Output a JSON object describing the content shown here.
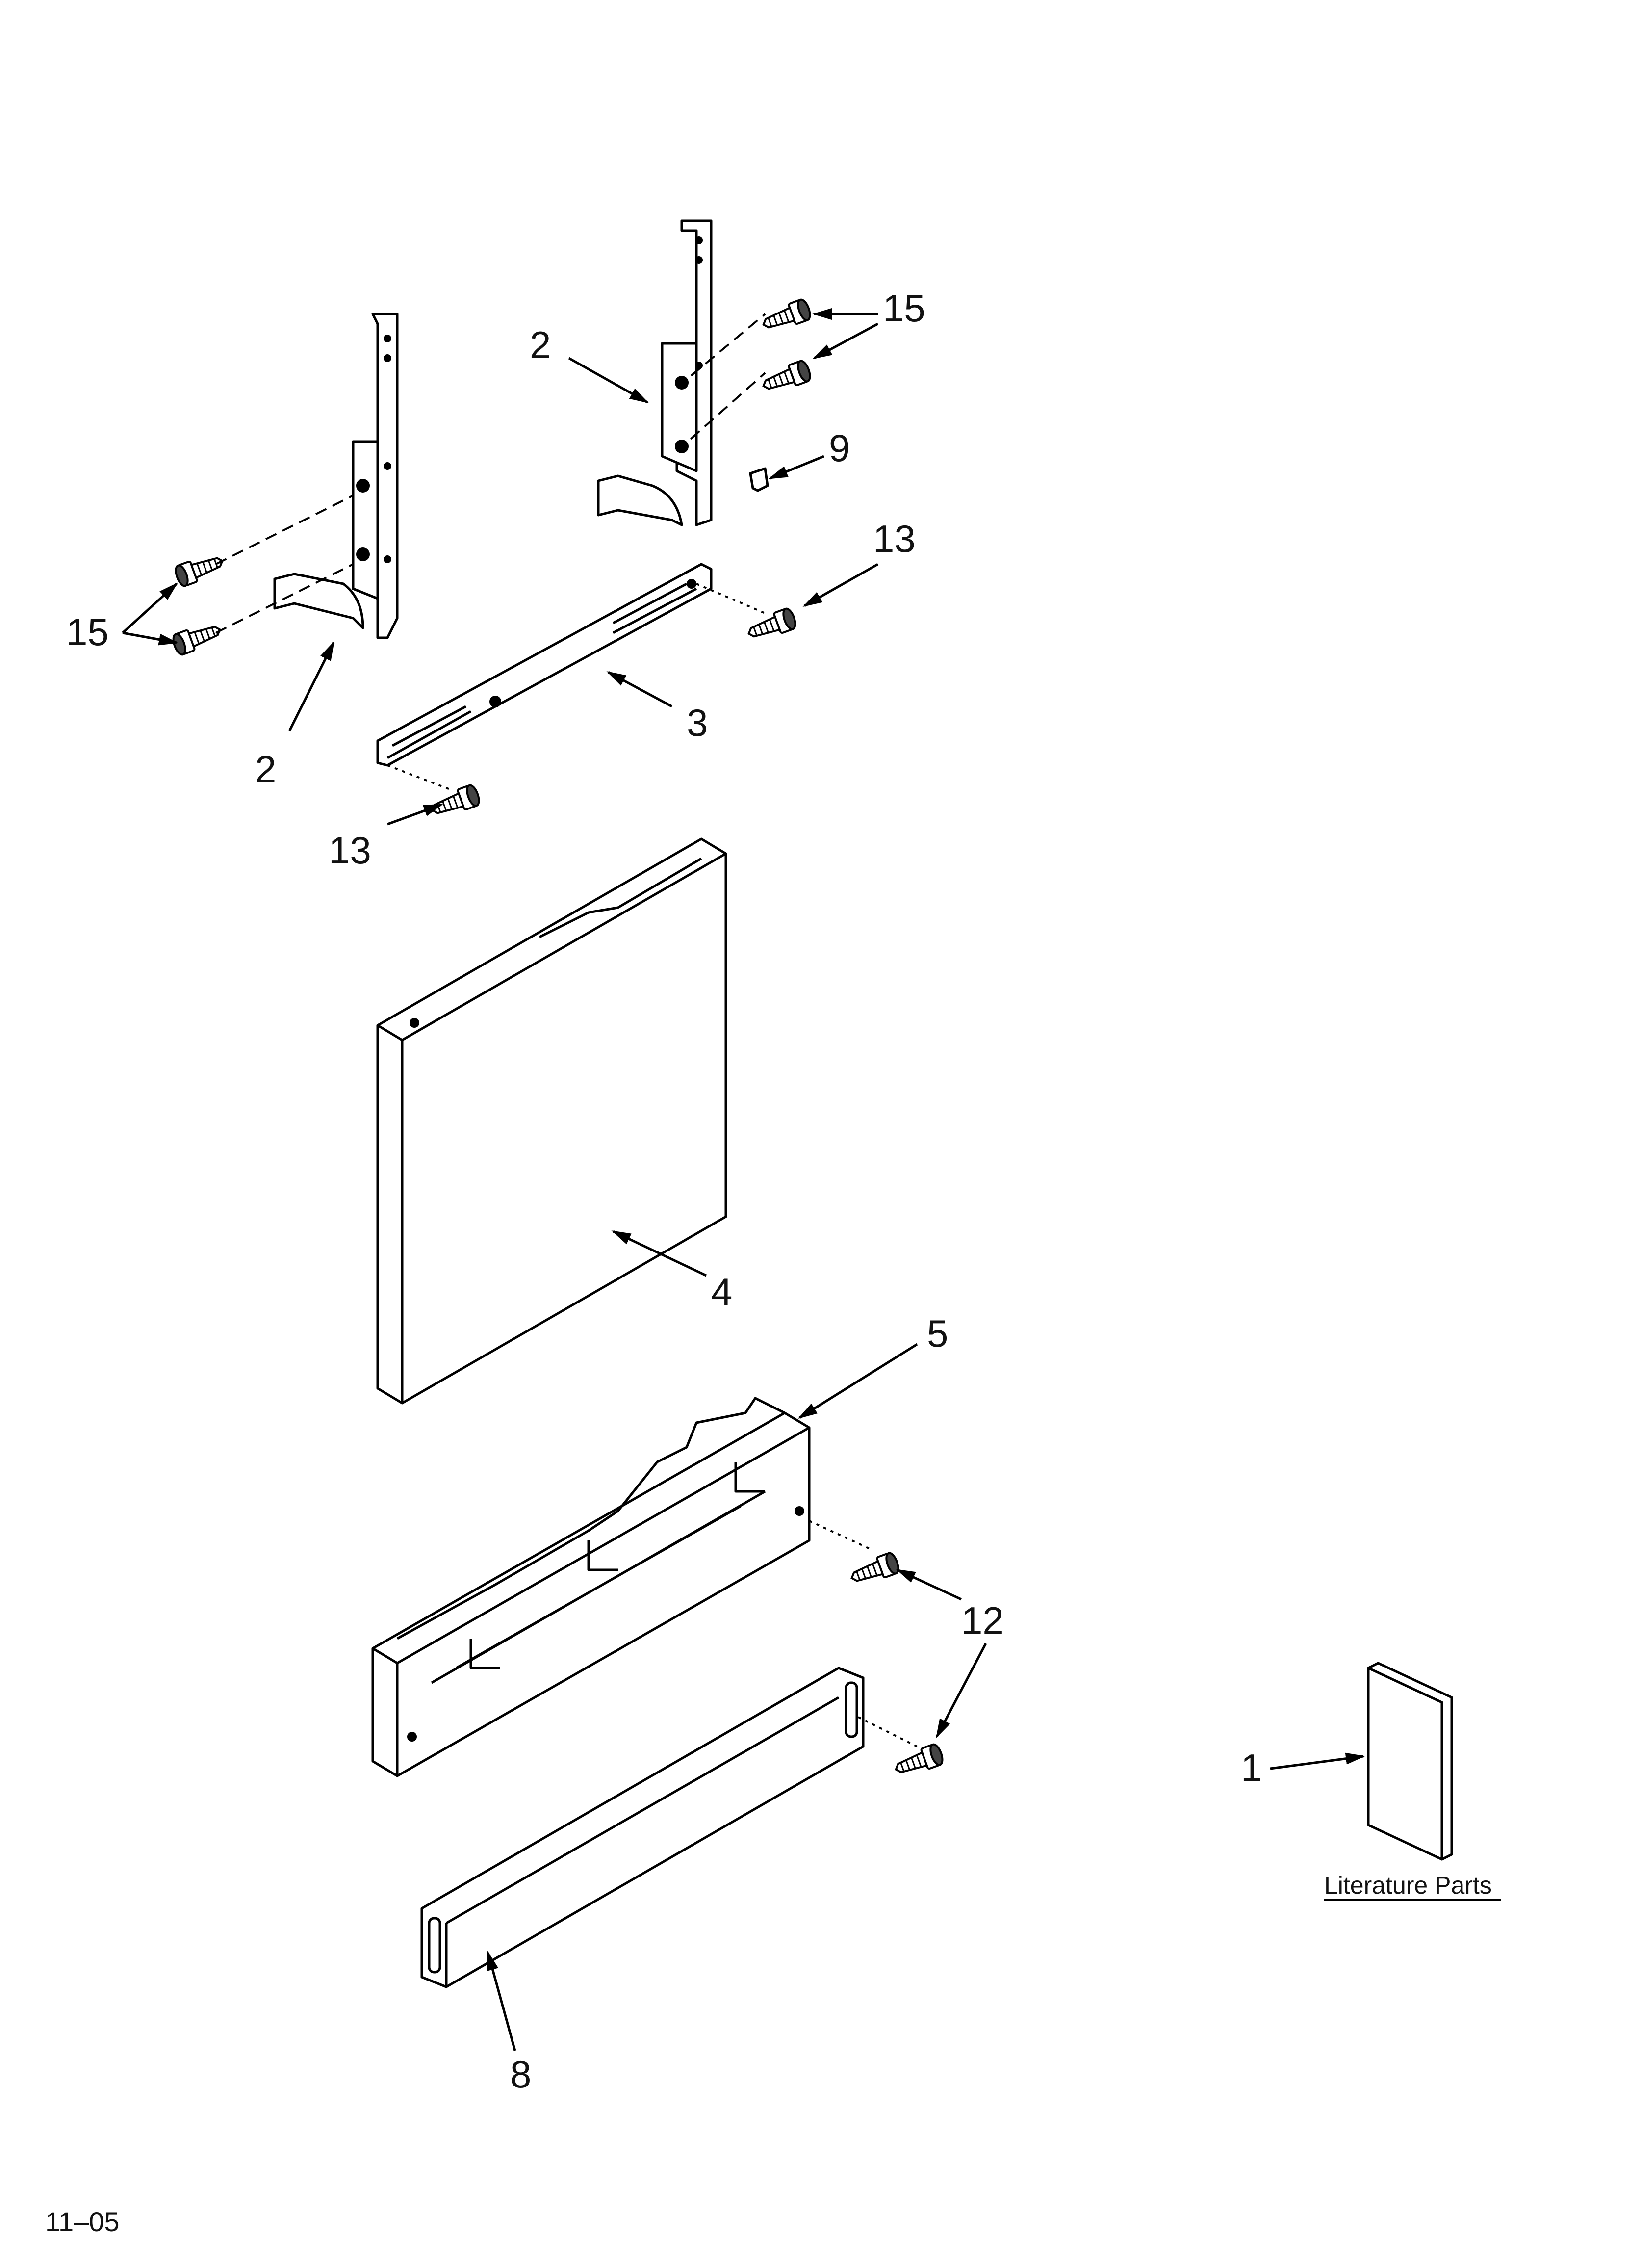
{
  "diagram": {
    "callouts": {
      "c15_top_right": "15",
      "c2_top_right": "2",
      "c9": "9",
      "c13_right": "13",
      "c15_left": "15",
      "c2_left": "2",
      "c3": "3",
      "c13_left": "13",
      "c4": "4",
      "c5": "5",
      "c12": "12",
      "c1": "1",
      "c8": "8"
    },
    "literature_label": "Literature Parts",
    "footer_code": "11–05"
  }
}
